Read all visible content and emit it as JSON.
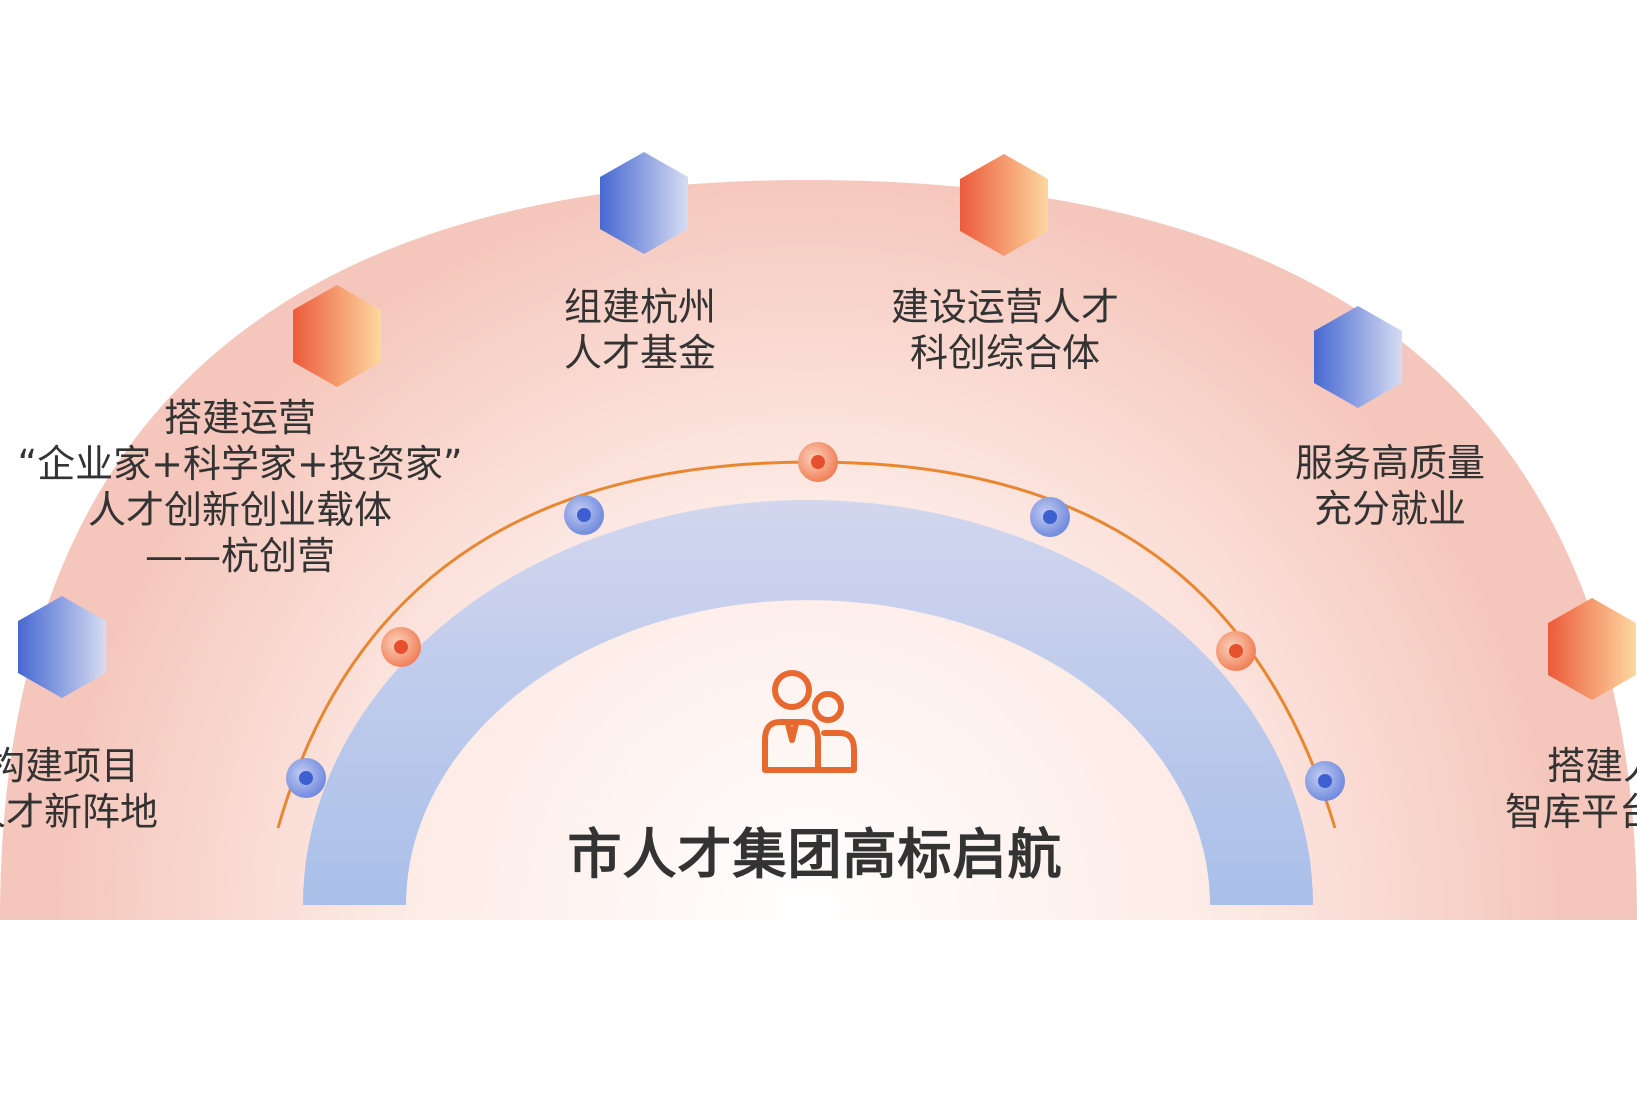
{
  "center": {
    "title": "市人才集团高标启航",
    "icon": "people-icon"
  },
  "items": [
    {
      "lines": [
        "构建项目",
        "人才新阵地"
      ],
      "color": "blue"
    },
    {
      "lines": [
        "搭建运营",
        "“企业家+科学家+投资家”",
        "人才创新创业载体",
        "——杭创营"
      ],
      "color": "orange"
    },
    {
      "lines": [
        "组建杭州",
        "人才基金"
      ],
      "color": "blue"
    },
    {
      "lines": [
        "建设运营人才",
        "科创综合体"
      ],
      "color": "orange"
    },
    {
      "lines": [
        "服务高质量",
        "充分就业"
      ],
      "color": "blue"
    },
    {
      "lines": [
        "搭建人才",
        "智库平台"
      ],
      "color": "orange"
    }
  ],
  "colors": {
    "accent_orange": "#e8692f",
    "accent_blue": "#4f74d6",
    "arc_line": "#e8872f",
    "band_blue": "#b4c4ea",
    "outer_glow": "#f5c9bf",
    "text": "#333333"
  }
}
